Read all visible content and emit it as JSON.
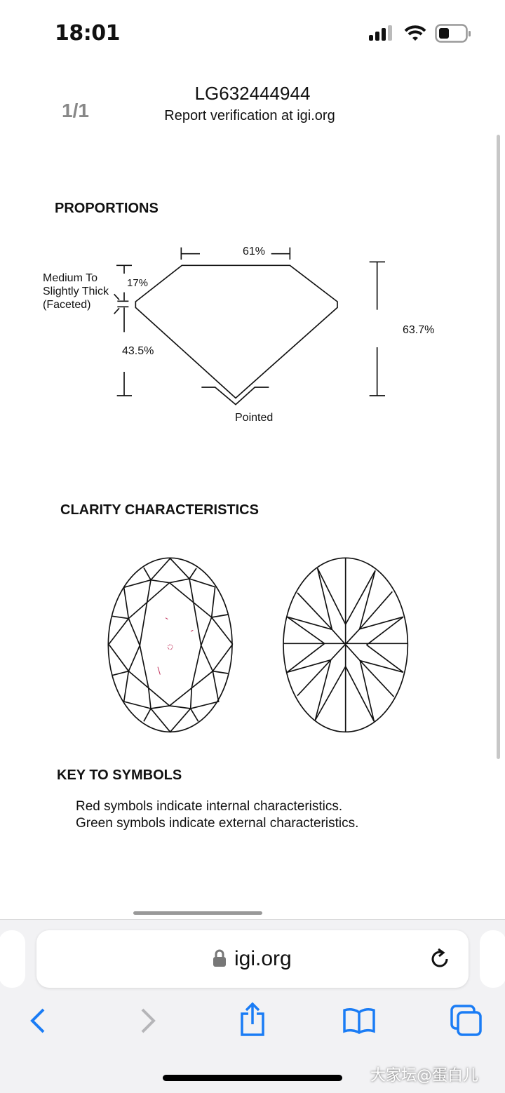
{
  "status_bar": {
    "time": "18:01"
  },
  "header": {
    "page_indicator": "1/1",
    "report_number": "LG632444944",
    "verification": "Report verification at igi.org"
  },
  "proportions": {
    "title": "PROPORTIONS",
    "table": "61%",
    "crown": "17%",
    "pavilion": "43.5%",
    "total_depth": "63.7%",
    "girdle": [
      "Medium To",
      "Slightly Thick",
      "(Faceted)"
    ],
    "culet": "Pointed"
  },
  "clarity": {
    "title": "CLARITY CHARACTERISTICS",
    "inclusion_color": "#c0305a"
  },
  "key": {
    "title": "KEY TO SYMBOLS",
    "lines": [
      "Red symbols indicate internal characteristics.",
      "Green symbols indicate external characteristics."
    ]
  },
  "browser": {
    "url": "igi.org",
    "accent": "#1a7cf5"
  },
  "watermark": "大家坛@蛋白儿"
}
